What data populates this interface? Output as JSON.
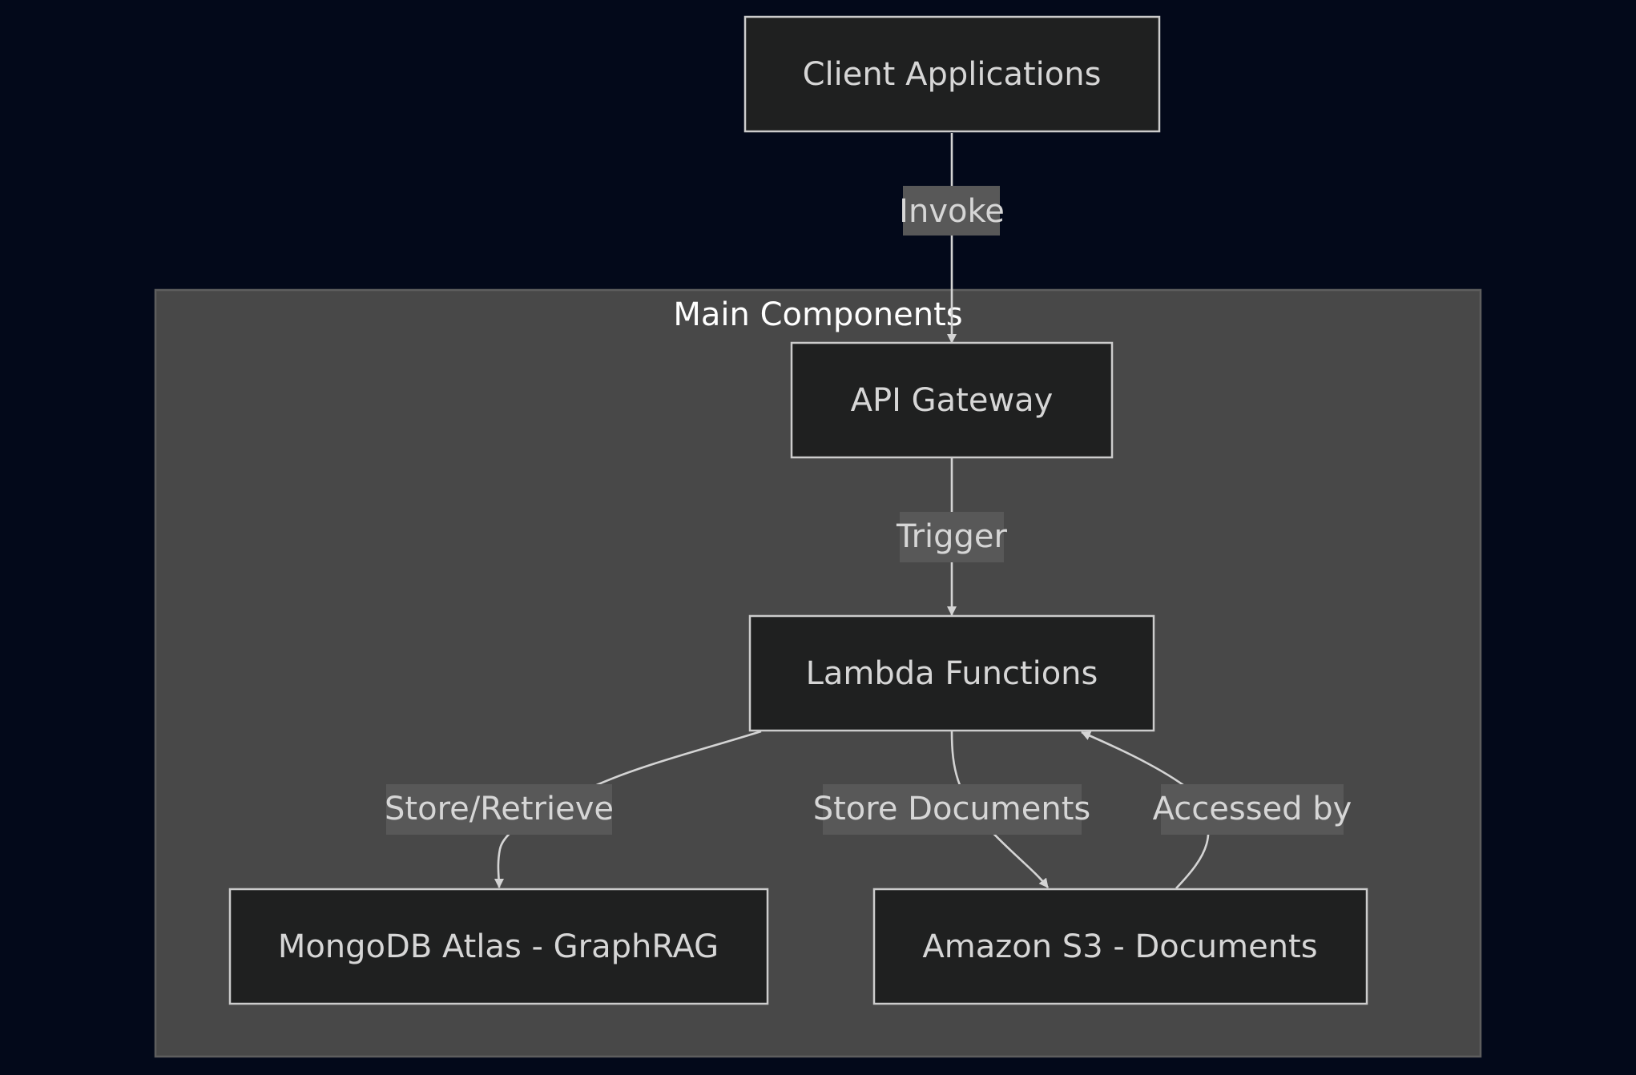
{
  "cluster": {
    "title": "Main Components"
  },
  "nodes": {
    "client": "Client Applications",
    "gateway": "API Gateway",
    "lambda": "Lambda Functions",
    "mongodb": "MongoDB Atlas - GraphRAG",
    "s3": "Amazon S3 - Documents"
  },
  "edges": {
    "invoke": "Invoke",
    "trigger": "Trigger",
    "store_retrieve": "Store/Retrieve",
    "store_documents": "Store Documents",
    "accessed_by": "Accessed by"
  },
  "colors": {
    "background": "#03091a",
    "cluster_fill": "#484848",
    "node_fill": "#1f2020",
    "node_border": "#cccccc",
    "edge": "#d4d4d4",
    "edge_label_bg": "#585858"
  }
}
